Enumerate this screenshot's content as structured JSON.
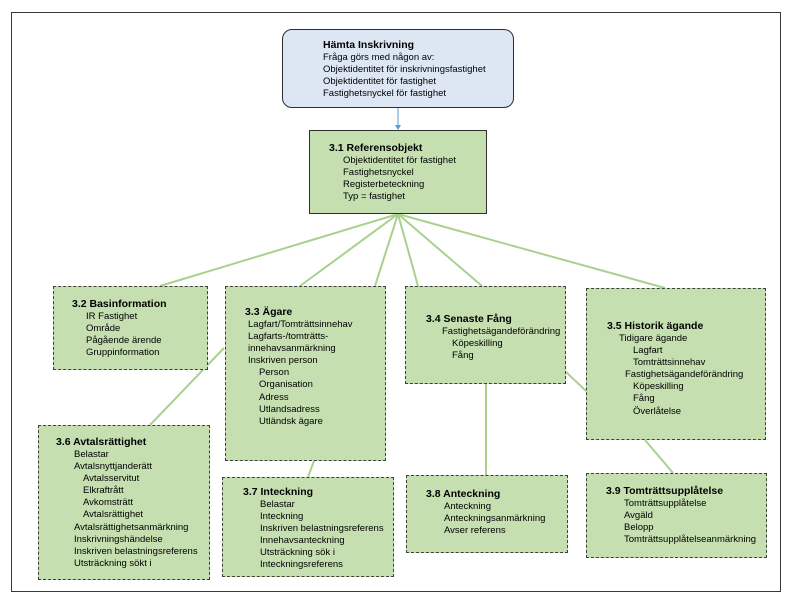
{
  "top": {
    "title": "Hämta Inskrivning",
    "lines": [
      "Fråga görs med någon av:",
      "Objektidentitet för inskrivningsfastighet",
      "Objektidentitet för fastighet",
      "Fastighetsnyckel för fastighet"
    ]
  },
  "referensobjekt": {
    "title": "3.1 Referensobjekt",
    "lines": [
      "Objektidentitet för fastighet",
      "Fastighetsnyckel",
      "Registerbeteckning",
      "Typ = fastighet"
    ]
  },
  "basinformation": {
    "title": "3.2 Basinformation",
    "lines": [
      "IR Fastighet",
      "Område",
      "Pågående ärende",
      "Gruppinformation"
    ]
  },
  "agare": {
    "title": "3.3 Ägare",
    "lines": [
      "Lagfart/Tomträttsinnehav",
      "Lagfarts-/tomträtts-",
      "innehavsanmärkning",
      "Inskriven person",
      "Person",
      "Organisation",
      "Adress",
      "Utlandsadress",
      "Utländsk ägare"
    ]
  },
  "senaste_fang": {
    "title": "3.4 Senaste Fång",
    "lines": [
      "Fastighetsägandeförändring",
      "Köpeskilling",
      "Fång"
    ]
  },
  "historik": {
    "title": "3.5 Historik ägande",
    "lines": [
      "Tidigare ägande",
      "Lagfart",
      "Tomträttsinnehav",
      "Fastighetsägandeförändring",
      "Köpeskilling",
      "Fång",
      "Överlåtelse"
    ]
  },
  "avtalsrattighet": {
    "title": "3.6 Avtalsrättighet",
    "lines": [
      "Belastar",
      "Avtalsnyttjanderätt",
      "Avtalsservitut",
      "Elkraftrått",
      "Avkomsträtt",
      "Avtalsrättighet",
      "Avtalsrättighetsanmärkning",
      "Inskrivningshändelse",
      "Inskriven belastningsreferens",
      "Utsträckning sökt i"
    ]
  },
  "inteckning": {
    "title": "3.7 Inteckning",
    "lines": [
      "Belastar",
      "Inteckning",
      "Inskriven belastningsreferens",
      "Innehavsanteckning",
      "Utsträckning sök i",
      "Inteckningsreferens"
    ]
  },
  "anteckning": {
    "title": "3.8 Anteckning",
    "lines": [
      "Anteckning",
      "Anteckningsanmärkning",
      "Avser referens"
    ]
  },
  "tomtratt": {
    "title": "3.9 Tomträttsupplåtelse",
    "lines": [
      "Tomträttsupplåtelse",
      "Avgäld",
      "Belopp",
      "Tomträttsupplåtelseanmärkning"
    ]
  },
  "colors": {
    "box_fill": "#c5dfb1",
    "top_fill": "#dde7f4",
    "connector": "#a9d18e",
    "arrow": "#5b9bd5"
  }
}
